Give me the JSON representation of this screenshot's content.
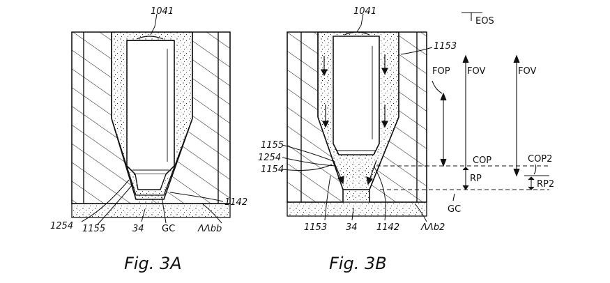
{
  "figure_a": {
    "caption": "Fig. 3A",
    "labels": {
      "top": "1041",
      "left_bottom": "1254",
      "b1155": "1155",
      "b34": "34",
      "bgc": "GC",
      "b1166": "ΛΛbb",
      "b1142": "1142"
    }
  },
  "figure_b": {
    "caption": "Fig. 3B",
    "labels": {
      "top": "1041",
      "right_top": "1153",
      "l1155": "1155",
      "l1254": "1254",
      "l1154": "1154",
      "b1153": "1153",
      "b34": "34",
      "b1142": "1142",
      "b1162": "ΛΛb2"
    }
  },
  "dimensions": {
    "eos": "EOS",
    "fop": "FOP",
    "fov1": "FOV",
    "fov2": "FOV",
    "cop": "COP",
    "cop2": "COP2",
    "rp": "RP",
    "rp2": "RP2",
    "gc": "GC"
  }
}
